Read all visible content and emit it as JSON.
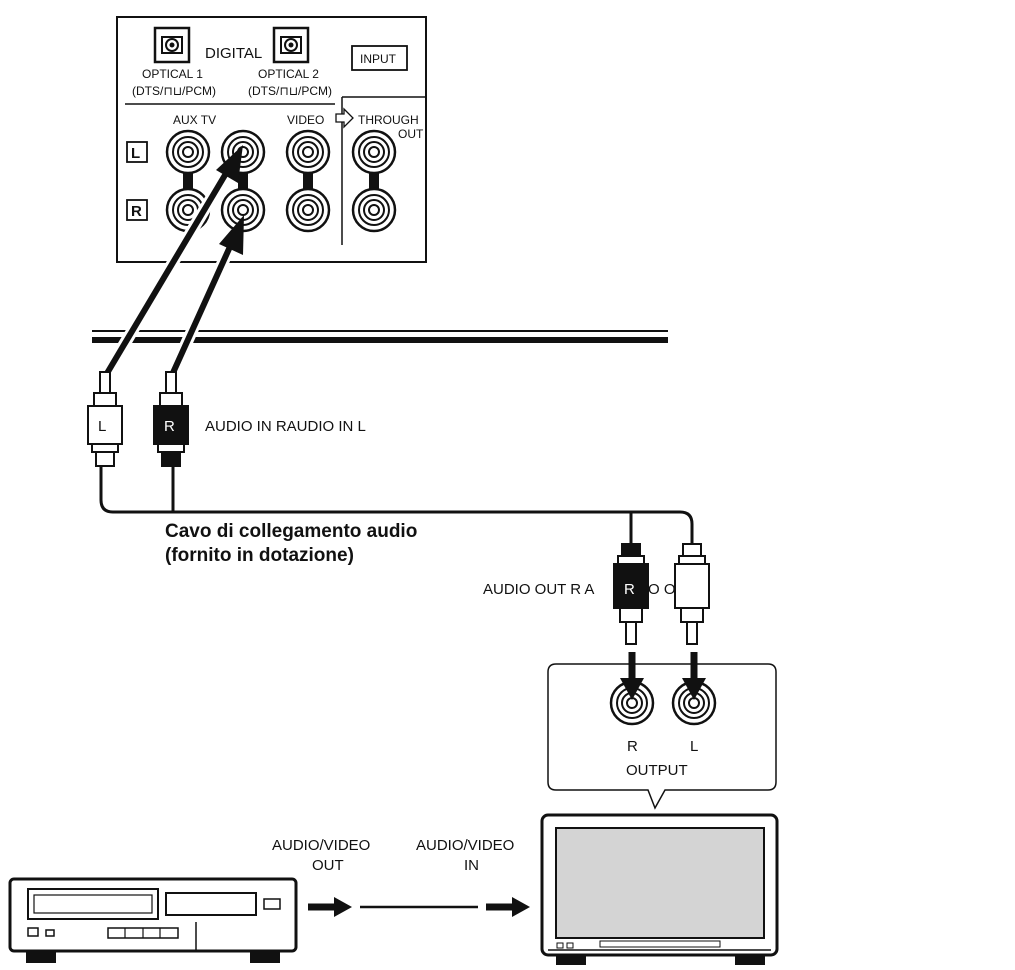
{
  "panel": {
    "digital_label": "DIGITAL",
    "optical1_label": "OPTICAL 1",
    "optical1_sub": "(DTS/⊓⊔/PCM)",
    "optical2_label": "OPTICAL 2",
    "optical2_sub": "(DTS/⊓⊔/PCM)",
    "input_label": "INPUT",
    "aux_tv_label": "AUX TV",
    "video_label": "VIDEO",
    "through_label": "THROUGH",
    "out_label": "OUT",
    "left_marker": "L",
    "right_marker": "R"
  },
  "plugs": {
    "left_plug_letter": "L",
    "right_plug_letter": "R",
    "audio_in_label": "AUDIO IN RAUDIO IN L"
  },
  "cable": {
    "title_line1": "Cavo di collegamento audio",
    "title_line2": "(fornito in dotazione)"
  },
  "out_plugs": {
    "audio_out_label": "AUDIO OUT R A",
    "audio_out_label_tail": "O OUT L",
    "right_plug_letter": "R"
  },
  "output_jacks": {
    "r_label": "R",
    "l_label": "L",
    "output_label": "OUTPUT"
  },
  "av_link": {
    "out_line1": "AUDIO/VIDEO",
    "out_line2": "OUT",
    "in_line1": "AUDIO/VIDEO",
    "in_line2": "IN"
  }
}
